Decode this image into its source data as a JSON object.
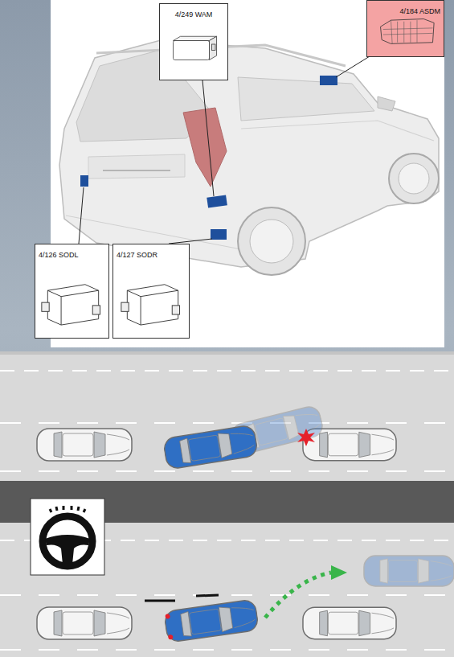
{
  "diagram": {
    "nodes": [
      {
        "text": [
          "4/249 WAM"
        ]
      },
      {
        "text": [
          "4/184 ASDM"
        ]
      },
      {
        "text": [
          "4/126 SODL"
        ]
      },
      {
        "text": [
          "4/127 SODR"
        ]
      }
    ]
  }
}
